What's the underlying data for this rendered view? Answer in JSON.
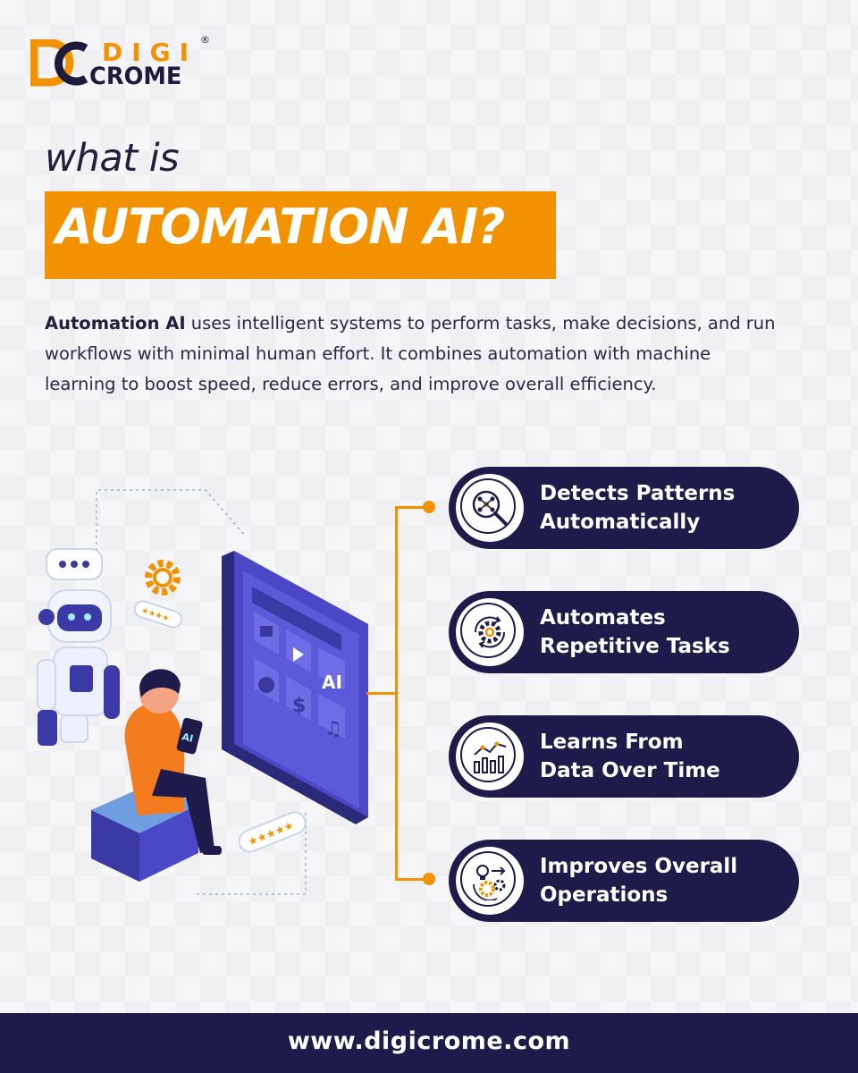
{
  "brand": {
    "logo_top": "DIGI",
    "logo_bottom": "CROME",
    "registered": "®"
  },
  "heading": {
    "line1": "what is",
    "line2": "AUTOMATION AI?"
  },
  "description": {
    "lead": "Automation AI",
    "body": " uses intelligent systems to perform tasks, make decisions, and run workflows with minimal human effort. It combines automation with machine learning to boost speed, reduce errors, and improve overall efficiency."
  },
  "illustration": {
    "screen_label": "AI",
    "phone_label": "AI",
    "currency_symbol": "$",
    "music_symbol": "♫"
  },
  "features": [
    {
      "line1": "Detects Patterns",
      "line2": "Automatically",
      "icon": "pattern-search-icon"
    },
    {
      "line1": "Automates",
      "line2": "Repetitive Tasks",
      "icon": "gear-cycle-icon"
    },
    {
      "line1": "Learns From",
      "line2": "Data Over Time",
      "icon": "growth-chart-icon"
    },
    {
      "line1": "Improves Overall",
      "line2": "Operations",
      "icon": "gears-bulb-icon"
    }
  ],
  "footer": {
    "url": "www.digicrome.com"
  },
  "colors": {
    "accent": "#f39200",
    "navy": "#1e1b4b",
    "background": "#f6f6f8"
  }
}
